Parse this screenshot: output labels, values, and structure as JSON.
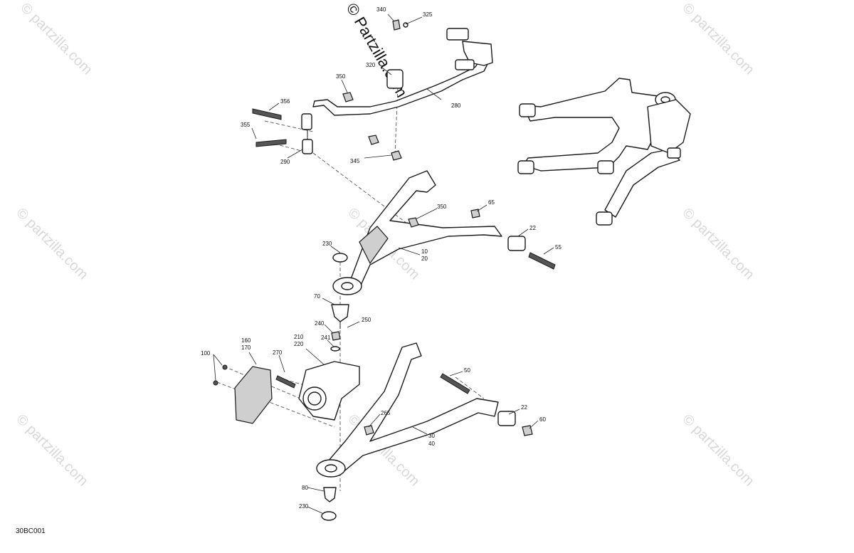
{
  "watermark": {
    "main_text": "© Partzilla.com",
    "repeat_text": "© partzilla.com"
  },
  "diagram_code": "30BC001",
  "callouts": {
    "c340": "340",
    "c325": "325",
    "c320": "320",
    "c350a": "350",
    "c356": "356",
    "c355": "355",
    "c290": "290",
    "c345": "345",
    "c280": "280",
    "c65": "65",
    "c350b": "350",
    "c22a": "22",
    "c55": "55",
    "c230a": "230",
    "c10": "10",
    "c20": "20",
    "c70": "70",
    "c250": "250",
    "c240": "240",
    "c241": "241",
    "c210": "210",
    "c220": "220",
    "c160": "160",
    "c170": "170",
    "c270": "270",
    "c100": "100",
    "c50": "50",
    "c265": "265",
    "c22b": "22",
    "c60": "60",
    "c30": "30",
    "c40": "40",
    "c80": "80",
    "c230b": "230"
  }
}
